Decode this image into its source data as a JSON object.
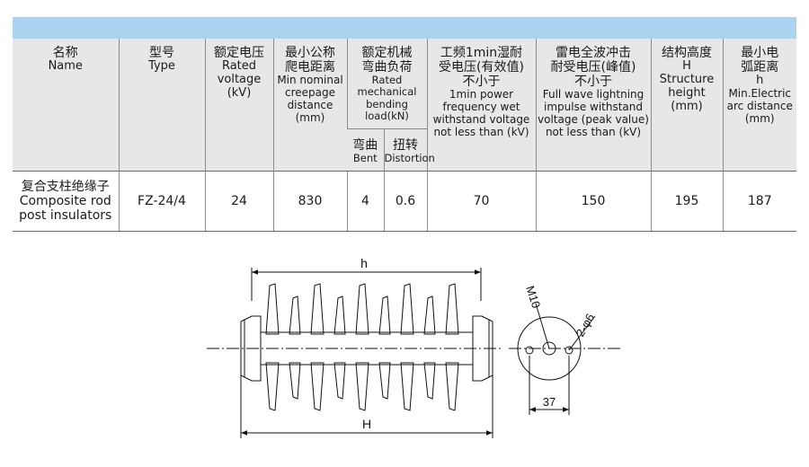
{
  "table": {
    "headers": {
      "name": {
        "cn": "名称",
        "en": "Name"
      },
      "type": {
        "cn": "型号",
        "en": "Type"
      },
      "rated_voltage": {
        "cn": "额定电压",
        "en1": "Rated",
        "en2": "voltage",
        "en3": "(kV)"
      },
      "creepage": {
        "cn1": "最小公称",
        "cn2": "爬电距离",
        "en1": "Min nominal",
        "en2": "creepage",
        "en3": "distance",
        "en4": "(mm)"
      },
      "bending": {
        "cn1": "额定机械",
        "cn2": "弯曲负荷",
        "en1": "Rated",
        "en2": "mechanical",
        "en3": "bending load(kN)"
      },
      "bent": {
        "cn": "弯曲",
        "en": "Bent"
      },
      "distortion": {
        "cn": "扭转",
        "en": "Distortion"
      },
      "power_freq": {
        "cn1": "工频1min湿耐",
        "cn2": "受电压(有效值)",
        "cn3": "不小于",
        "en1": "1min power",
        "en2": "frequency wet",
        "en3": "withstand voltage",
        "en4": "not less than (kV)"
      },
      "lightning": {
        "cn1": "雷电全波冲击",
        "cn2": "耐受电压(峰值)",
        "cn3": "不小于",
        "en1": "Full wave lightning",
        "en2": "impulse withstand",
        "en3": "voltage (peak value)",
        "en4": "not less than (kV)"
      },
      "height": {
        "cn": "结构高度",
        "sym": "H",
        "en1": "Structure",
        "en2": "height",
        "en3": "(mm)"
      },
      "arc": {
        "cn1": "最小电",
        "cn2": "弧距离",
        "sym": "h",
        "en1": "Min.Electric",
        "en2": "arc distance",
        "en3": "(mm)"
      }
    },
    "row": {
      "name_cn": "复合支柱绝缘子",
      "name_en1": "Composite rod",
      "name_en2": "post insulators",
      "type": "FZ-24/4",
      "rated_voltage": "24",
      "creepage": "830",
      "bent": "4",
      "distortion": "0.6",
      "power_freq": "70",
      "lightning": "150",
      "height": "195",
      "arc": "187"
    }
  },
  "drawing": {
    "label_h": "h",
    "label_H": "H",
    "label_thread": "M10",
    "label_holes": "2-φ6",
    "label_spacing": "37"
  }
}
